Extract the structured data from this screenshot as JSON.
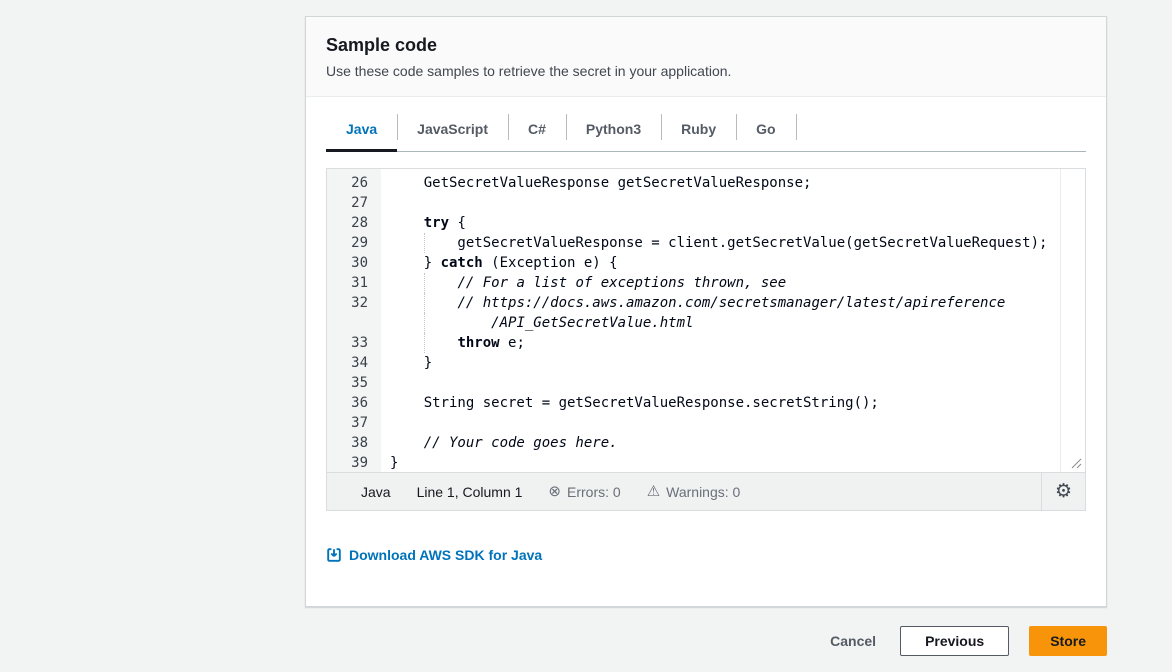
{
  "header": {
    "title": "Sample code",
    "description": "Use these code samples to retrieve the secret in your application."
  },
  "tabs": [
    {
      "label": "Java",
      "active": true
    },
    {
      "label": "JavaScript",
      "active": false
    },
    {
      "label": "C#",
      "active": false
    },
    {
      "label": "Python3",
      "active": false
    },
    {
      "label": "Ruby",
      "active": false
    },
    {
      "label": "Go",
      "active": false
    }
  ],
  "editor": {
    "lines": [
      {
        "n": "26",
        "segs": [
          {
            "t": "    GetSecretValueResponse getSecretValueResponse;"
          }
        ]
      },
      {
        "n": "27",
        "segs": []
      },
      {
        "n": "28",
        "segs": [
          {
            "t": "    "
          },
          {
            "t": "try",
            "s": "k"
          },
          {
            "t": " {"
          }
        ]
      },
      {
        "n": "29",
        "guide": true,
        "segs": [
          {
            "t": "        getSecretValueResponse = client.getSecretValue(getSecretValueRequest);"
          }
        ]
      },
      {
        "n": "30",
        "segs": [
          {
            "t": "    } "
          },
          {
            "t": "catch",
            "s": "k"
          },
          {
            "t": " (Exception e) {"
          }
        ]
      },
      {
        "n": "31",
        "guide": true,
        "segs": [
          {
            "t": "        "
          },
          {
            "t": "// For a list of exceptions thrown, see",
            "s": "c"
          }
        ]
      },
      {
        "n": "32",
        "guide": true,
        "segs": [
          {
            "t": "        "
          },
          {
            "t": "// https://docs.aws.amazon.com/secretsmanager/latest/apireference",
            "s": "c"
          }
        ]
      },
      {
        "n": "",
        "guide": true,
        "segs": [
          {
            "t": "            "
          },
          {
            "t": "/API_GetSecretValue.html",
            "s": "c"
          }
        ]
      },
      {
        "n": "33",
        "guide": true,
        "segs": [
          {
            "t": "        "
          },
          {
            "t": "throw",
            "s": "k"
          },
          {
            "t": " e;"
          }
        ]
      },
      {
        "n": "34",
        "segs": [
          {
            "t": "    }"
          }
        ]
      },
      {
        "n": "35",
        "segs": []
      },
      {
        "n": "36",
        "segs": [
          {
            "t": "    String secret = getSecretValueResponse.secretString();"
          }
        ]
      },
      {
        "n": "37",
        "segs": []
      },
      {
        "n": "38",
        "segs": [
          {
            "t": "    "
          },
          {
            "t": "// Your code goes here.",
            "s": "c"
          }
        ]
      },
      {
        "n": "39",
        "segs": [
          {
            "t": "}"
          }
        ]
      }
    ]
  },
  "status_bar": {
    "language": "Java",
    "cursor": "Line 1, Column 1",
    "errors_icon": "⊗",
    "errors": "Errors: 0",
    "warnings_icon": "⚠",
    "warnings": "Warnings: 0",
    "gear_icon": "⚙"
  },
  "download_link": {
    "label": "Download AWS SDK for Java"
  },
  "footer": {
    "cancel_label": "Cancel",
    "previous_label": "Previous",
    "store_label": "Store"
  },
  "colors": {
    "accent_blue": "#0073bb",
    "store_orange": "#f7940a",
    "tab_underline": "#16191f",
    "page_background": "#f2f3f3"
  }
}
